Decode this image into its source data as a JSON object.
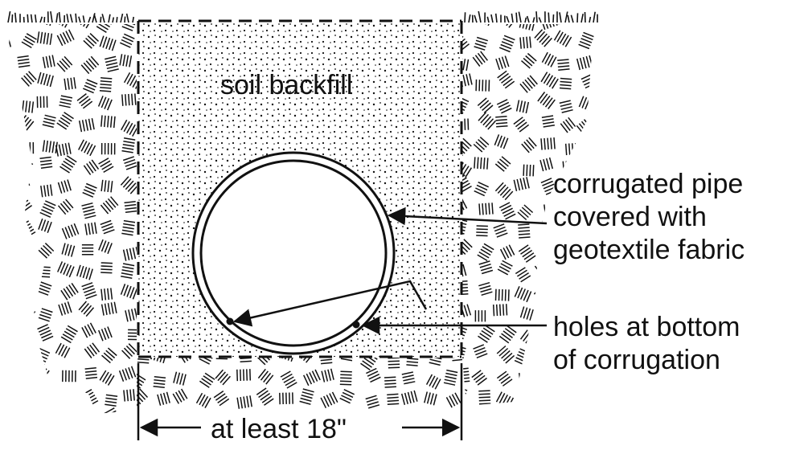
{
  "labels": {
    "backfill": "soil backfill",
    "pipe_line1": "corrugated pipe",
    "pipe_line2": "covered with",
    "pipe_line3": "geotextile fabric",
    "holes_line1": "holes at bottom",
    "holes_line2": "of corrugation",
    "width": "at least 18\""
  },
  "colors": {
    "ink": "#111111",
    "paper": "#ffffff"
  }
}
